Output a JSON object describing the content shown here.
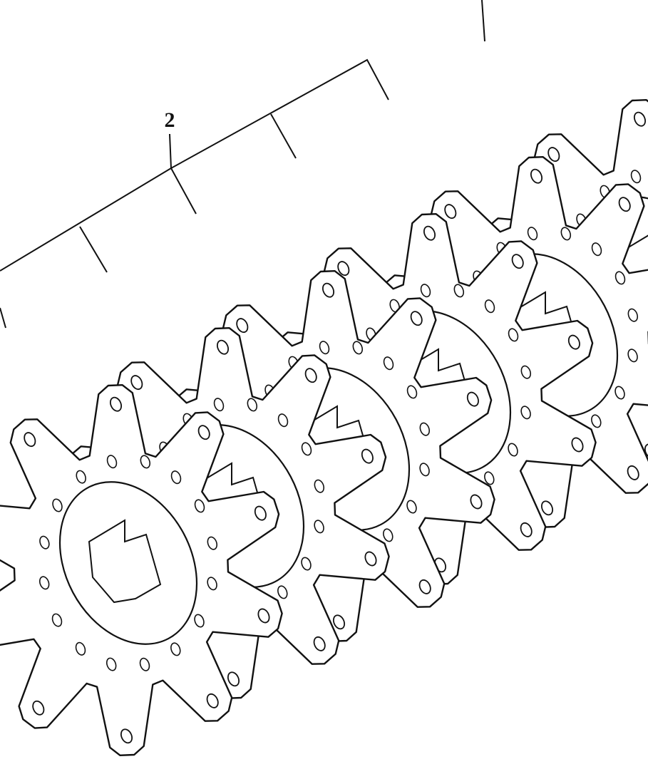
{
  "figure": {
    "callouts": [
      {
        "id": "callout-2",
        "text": "2"
      }
    ],
    "parts": {
      "disc_count": 6,
      "teeth_per_disc": 10,
      "bolt_holes_per_disc": 16
    },
    "colors": {
      "ink": "#111111",
      "paper": "#ffffff"
    }
  }
}
